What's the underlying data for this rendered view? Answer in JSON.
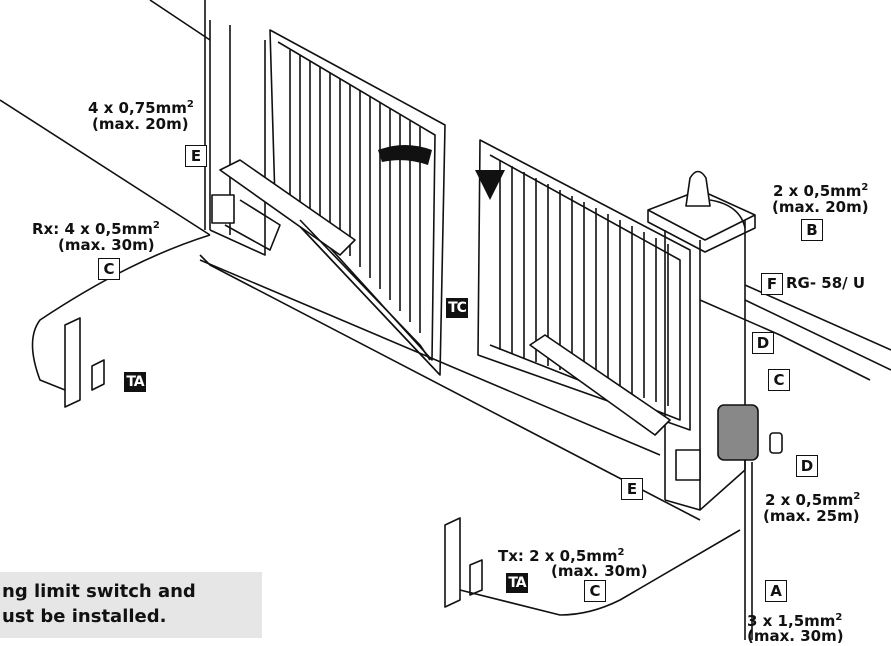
{
  "cables": {
    "top_left": {
      "spec": "4 x 0,75mm",
      "length": "(max. 20m)"
    },
    "rx": {
      "spec": "Rx: 4 x 0,5mm",
      "length": "(max. 30m)"
    },
    "flash": {
      "spec": "2 x 0,5mm",
      "length": "(max. 20m)"
    },
    "antenna": "RG- 58/ U",
    "photocell": {
      "spec": "2 x 0,5mm",
      "length": "(max. 25m)"
    },
    "tx": {
      "spec": "Tx: 2 x 0,5mm",
      "length": "(max. 30m)"
    },
    "power": {
      "spec": "3 x 1,5mm",
      "length": "(max. 30m)"
    },
    "squared": "2"
  },
  "markers": {
    "E": "E",
    "C": "C",
    "B": "B",
    "F": "F",
    "D": "D",
    "A": "A",
    "TA": "TA",
    "TC": "TC"
  },
  "note": {
    "line1": "ng limit switch and",
    "line2": "ust be installed."
  }
}
